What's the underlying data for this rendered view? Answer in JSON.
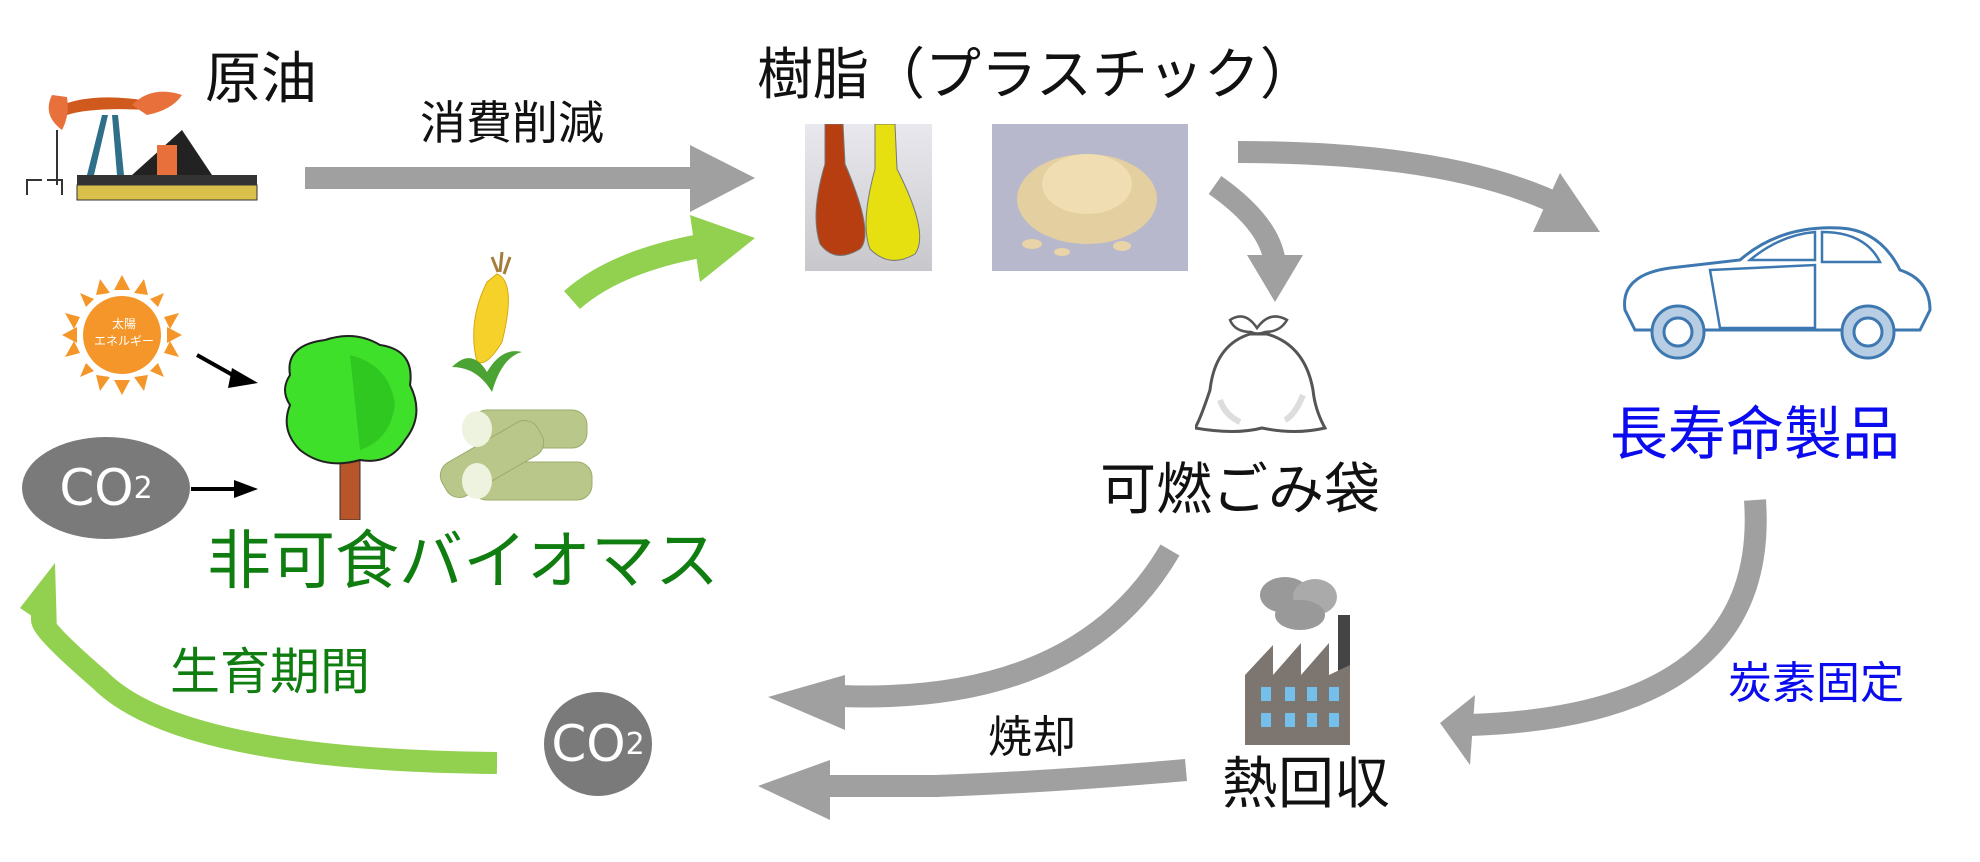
{
  "title": "樹脂(プラスチック)のライフサイクルと炭素循環",
  "nodes": {
    "crude_oil": {
      "label": "原油",
      "icon": "oil-pump-icon"
    },
    "resin": {
      "label": "樹脂（プラスチック）",
      "images": [
        "chemical-flasks-image",
        "resin-flakes-image"
      ]
    },
    "long_life": {
      "label": "長寿命製品",
      "icon": "car-icon"
    },
    "burnable_bag": {
      "label": "可燃ごみ袋",
      "icon": "garbage-bag-icon"
    },
    "heat_recovery": {
      "label": "熱回収",
      "icon": "factory-icon"
    },
    "biomass": {
      "label": "非可食バイオマス",
      "icons": [
        "tree-icon",
        "corn-icon",
        "sugarcane-icon"
      ]
    },
    "sun": {
      "line1": "太陽",
      "line2": "エネルギー",
      "icon": "sun-icon"
    },
    "co2_left": {
      "main": "CO",
      "sub": "2"
    },
    "co2_bottom": {
      "main": "CO",
      "sub": "2"
    }
  },
  "edges": {
    "oil_to_resin": "消費削減",
    "co2_to_biomass": "生育期間",
    "incineration": "焼却",
    "carbon_fixation": "炭素固定"
  },
  "colors": {
    "gray_arrow": "#a0a0a0",
    "green_arrow": "#92d050",
    "green_text": "#0f7d0f",
    "blue_text": "#0b0bf0",
    "co2_fill": "#7a7a7a",
    "sun_fill": "#f5962a"
  }
}
